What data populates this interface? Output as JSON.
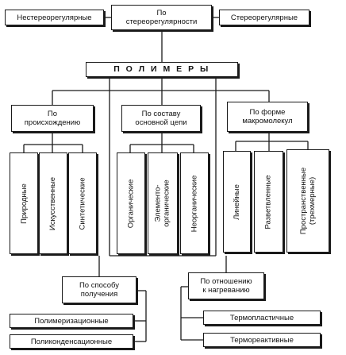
{
  "top": {
    "left": "Нестереорегулярные",
    "center": "По\nстереорегулярности",
    "right": "Стереорегулярные"
  },
  "title": "П О Л И М Е Р Ы",
  "groups": [
    {
      "header": "По\nпроисхождению",
      "items": [
        "Природные",
        "Искусственные",
        "Синтетические"
      ]
    },
    {
      "header": "По составу\nосновной цепи",
      "items": [
        "Органические",
        "Элементо-\nорганические",
        "Неорганические"
      ]
    },
    {
      "header": "По форме\nмакромолекул",
      "items": [
        "Линейные",
        "Разветвленные",
        "Пространственные\n(трехмерные)"
      ]
    }
  ],
  "method": {
    "header": "По способу\nполучения",
    "items": [
      "Полимеризационные",
      "Поликонденсационные"
    ]
  },
  "heating": {
    "header": "По отношению\nк нагреванию",
    "items": [
      "Термопластичные",
      "Термореактивные"
    ]
  }
}
